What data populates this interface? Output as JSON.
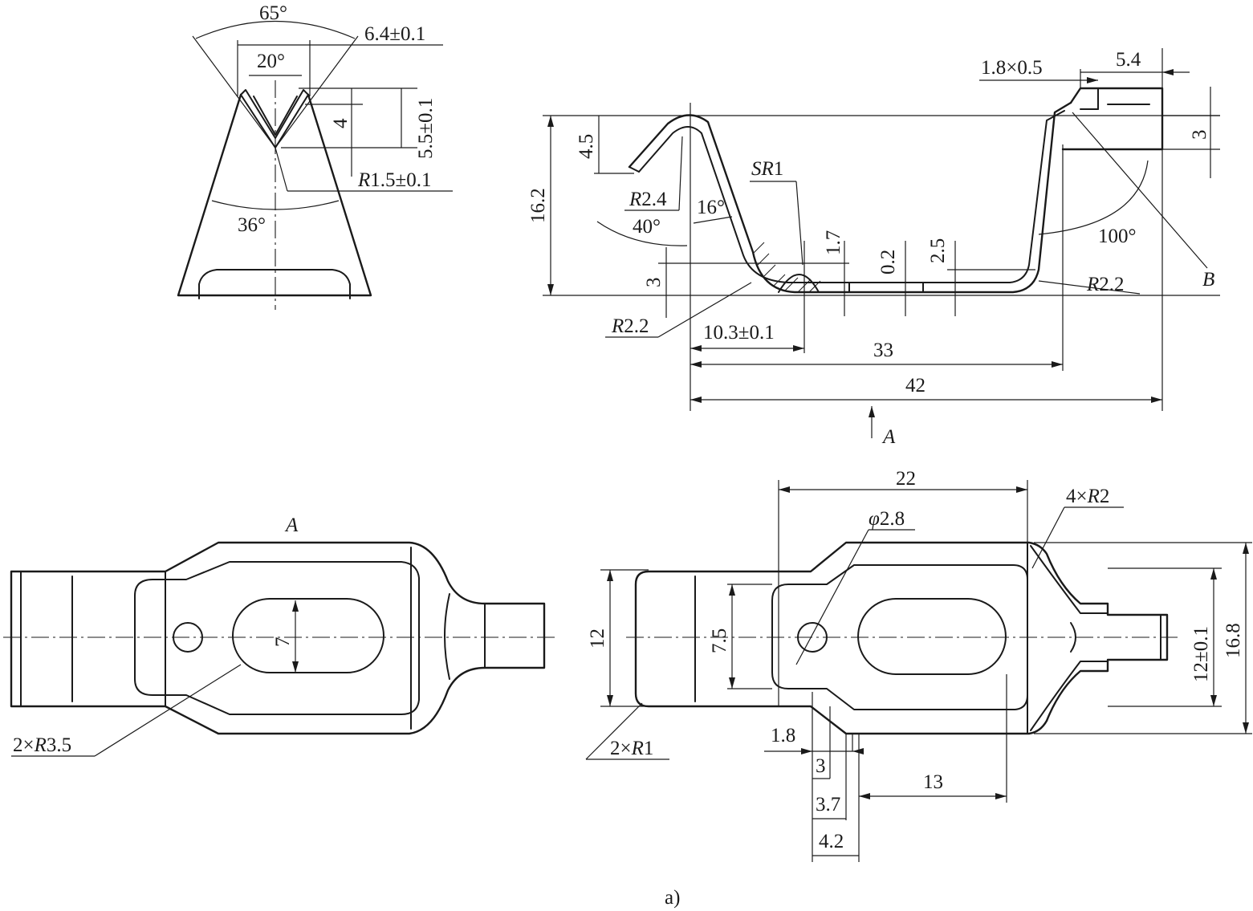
{
  "caption": "a)",
  "views": {
    "end_view": {
      "dims": {
        "angle_outer": "65°",
        "width": "6.4±0.1",
        "angle_inner": "20°",
        "depth": "4",
        "height": "5.5±0.1",
        "radius_r": "R",
        "radius_value": "1.5±0.1",
        "angle_lower": "36°"
      }
    },
    "front_view": {
      "dims": {
        "total_height": "16.2",
        "hook_height": "4.5",
        "hook_radius_r": "R",
        "hook_radius_value": "2.4",
        "angle_40": "40°",
        "angle_16": "16°",
        "sphere_radius_sr": "SR",
        "sphere_radius_value": "1",
        "bump_height": "1.7",
        "step": "0.2",
        "rise": "2.5",
        "base_height": "3",
        "bend_radius_left_r": "R",
        "bend_radius_left_value": "2.2",
        "bend_radius_right_r": "R",
        "bend_radius_right_value": "2.2",
        "offset": "10.3±0.1",
        "inner_length": "33",
        "total_length": "42",
        "chamfer": "1.8×0.5",
        "tab_length": "5.4",
        "tab_height": "3",
        "angle_100": "100°",
        "detail_b": "B",
        "view_arrow_a": "A"
      }
    },
    "view_a": {
      "title": "A",
      "dims": {
        "slot_width": "7",
        "corner_radius_count": "2×",
        "corner_radius_r": "R",
        "corner_radius_value": "3.5"
      }
    },
    "top_view": {
      "dims": {
        "length_22": "22",
        "corner_radius_count": "4×",
        "corner_radius_r": "R",
        "corner_radius_value": "2",
        "hole_dia_symbol": "φ",
        "hole_dia_value": "2.8",
        "width_12": "12",
        "width_7_5": "7.5",
        "tab_width": "12±0.1",
        "total_width": "16.8",
        "edge_radius_count": "2×",
        "edge_radius_r": "R",
        "edge_radius_value": "1",
        "d_1_8": "1.8",
        "d_3": "3",
        "d_3_7": "3.7",
        "d_4_2": "4.2",
        "d_13": "13"
      }
    }
  }
}
